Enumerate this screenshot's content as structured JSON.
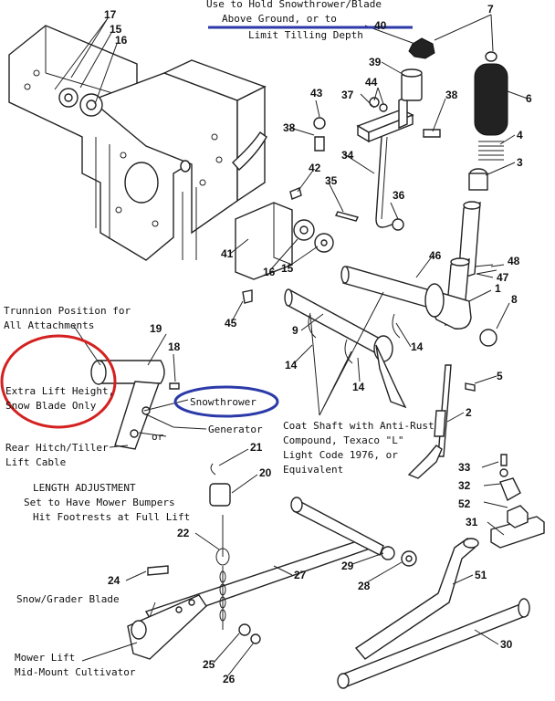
{
  "notes": {
    "hold_line1": "Use to Hold Snowthrower/Blade",
    "hold_line2": "Above Ground, or to",
    "hold_line3": "Limit Tilling Depth",
    "trunnion_line1": "Trunnion Position for",
    "trunnion_line2": "All Attachments",
    "extra_line1": "Extra Lift Height,",
    "extra_line2": "Snow Blade Only",
    "snowthrower": "Snowthrower",
    "or_word": "or",
    "generator": "Generator",
    "rear_line1": "Rear Hitch/Tiller",
    "rear_line2": "Lift Cable",
    "length_title": "LENGTH ADJUSTMENT",
    "length_line1": "Set to Have Mower Bumpers",
    "length_line2": "Hit Footrests at Full Lift",
    "snow_grader": "Snow/Grader Blade",
    "mower_line1": "Mower Lift",
    "mower_line2": "Mid-Mount Cultivator",
    "coat_line1": "Coat Shaft with Anti-Rust",
    "coat_line2": "Compound, Texaco \"L\"",
    "coat_line3": "Light Code 1976, or",
    "coat_line4": "Equivalent"
  },
  "callouts": {
    "n1": "1",
    "n2": "2",
    "n3": "3",
    "n4": "4",
    "n5": "5",
    "n6": "6",
    "n7": "7",
    "n8": "8",
    "n9": "9",
    "n14a": "14",
    "n14b": "14",
    "n14c": "14",
    "n15a": "15",
    "n15b": "15",
    "n16a": "16",
    "n16b": "16",
    "n17": "17",
    "n18": "18",
    "n19": "19",
    "n20": "20",
    "n21": "21",
    "n22": "22",
    "n24": "24",
    "n25": "25",
    "n26": "26",
    "n27": "27",
    "n28": "28",
    "n29": "29",
    "n30": "30",
    "n31": "31",
    "n32": "32",
    "n33": "33",
    "n34": "34",
    "n35": "35",
    "n36": "36",
    "n37": "37",
    "n38a": "38",
    "n38b": "38",
    "n39": "39",
    "n40": "40",
    "n41": "41",
    "n42": "42",
    "n43": "43",
    "n44": "44",
    "n45": "45",
    "n46": "46",
    "n47": "47",
    "n48": "48",
    "n51": "51",
    "n52": "52"
  },
  "annotation_colors": {
    "underline": "#2b3aa8",
    "snowthrower_ellipse": "#2b3aa8",
    "extra_lift_circle": "#d42020"
  }
}
